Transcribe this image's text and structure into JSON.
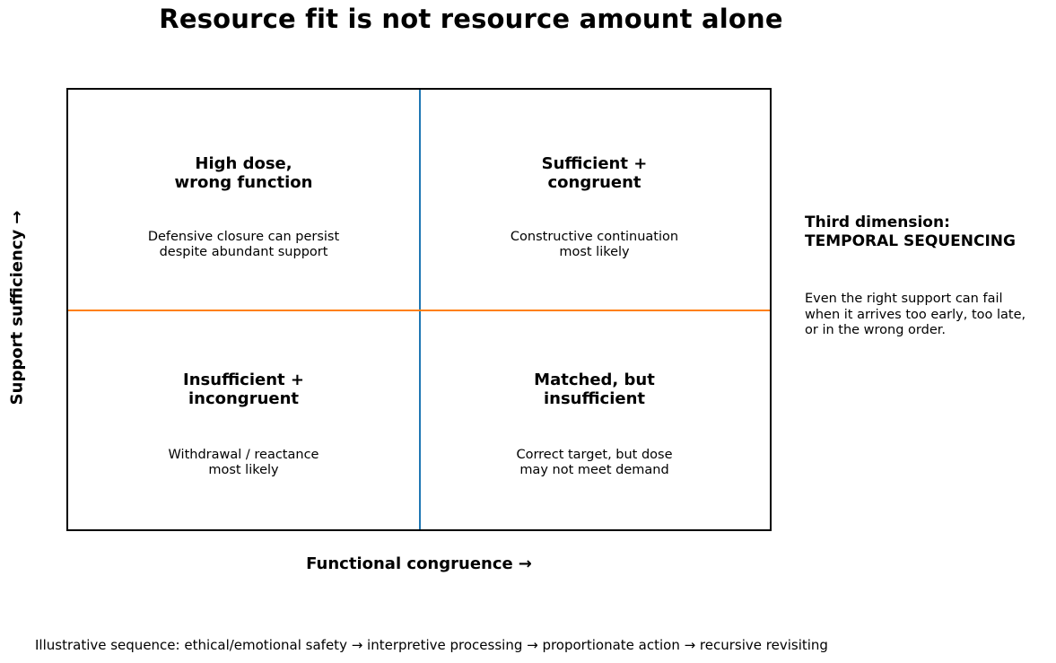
{
  "title": "Resource fit is not resource amount alone",
  "axes": {
    "x_label": "Functional congruence",
    "x_arrow": "→",
    "y_label": "Support sufficiency",
    "y_arrow": "→"
  },
  "quadrants": {
    "top_left": {
      "title": "High dose,\nwrong function",
      "description": "Defensive closure can persist\ndespite abundant support"
    },
    "top_right": {
      "title": "Sufficient +\ncongruent",
      "description": "Constructive continuation\nmost likely"
    },
    "bottom_left": {
      "title": "Insufficient +\nincongruent",
      "description": "Withdrawal / reactance\nmost likely"
    },
    "bottom_right": {
      "title": "Matched, but\ninsufficient",
      "description": "Correct target, but dose\nmay not meet demand"
    }
  },
  "side_note": {
    "title": "Third dimension:\nTEMPORAL SEQUENCING",
    "text": "Even the right support can fail\nwhen it arrives too early, too late,\nor in the wrong order."
  },
  "footer": "Illustrative sequence: ethical/emotional safety → interpretive processing → proportionate action → recursive revisiting",
  "colors": {
    "vertical_divider": "#1f77b4",
    "horizontal_divider": "#ff7f0e",
    "border": "#000000"
  }
}
